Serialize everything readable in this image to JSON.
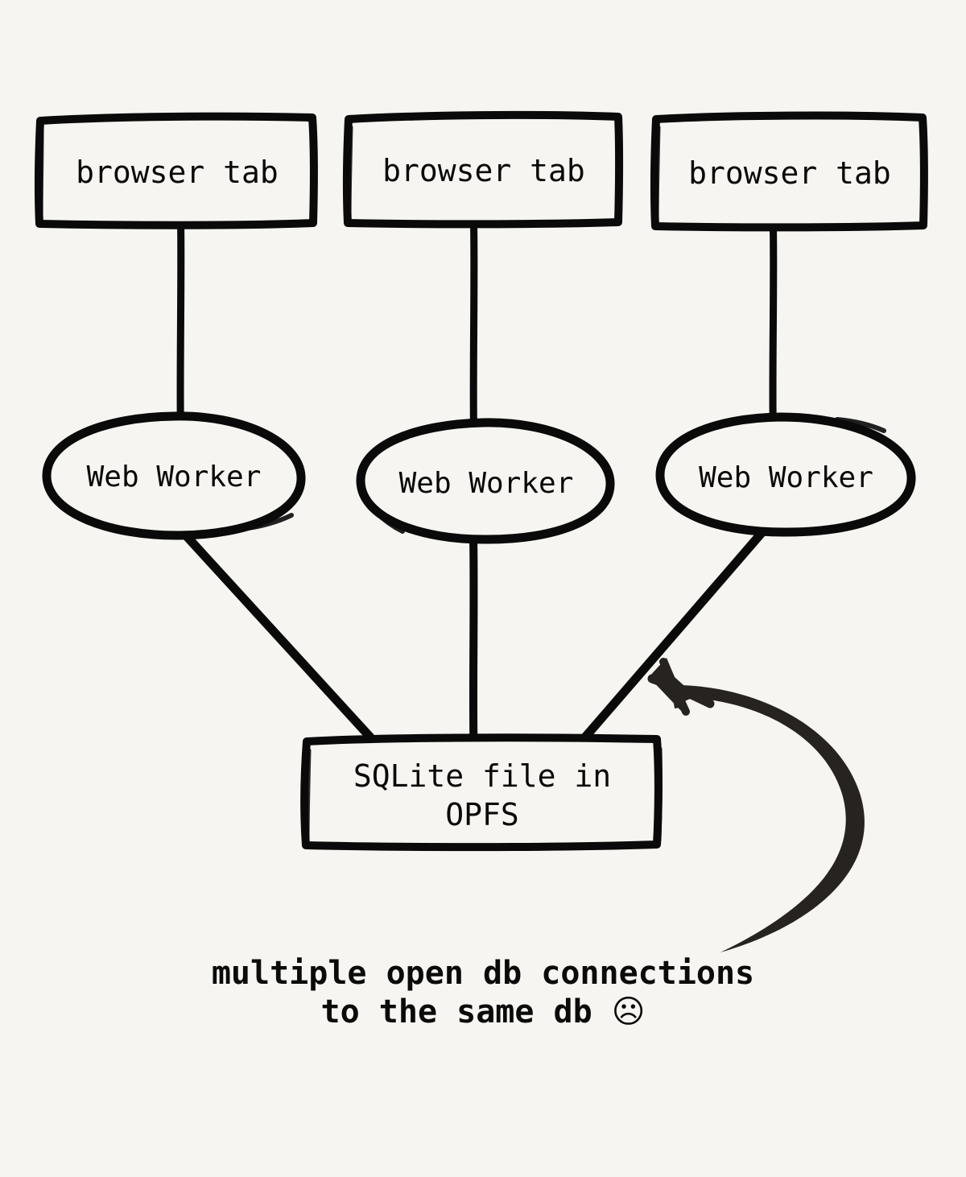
{
  "diagram": {
    "title": "multiple open db connections to the same db",
    "background_color": "#f7f5f1",
    "stroke_color": "#0a0a0a",
    "arrow_color": "#262321",
    "nodes": {
      "tabs": [
        {
          "label": "browser tab"
        },
        {
          "label": "browser tab"
        },
        {
          "label": "browser tab"
        }
      ],
      "workers": [
        {
          "label": "Web Worker"
        },
        {
          "label": "Web Worker"
        },
        {
          "label": "Web Worker"
        }
      ],
      "store": {
        "label_line1": "SQLite file in",
        "label_line2": "OPFS"
      }
    },
    "caption": {
      "line1": "multiple open db connections",
      "line2": "to the same db ",
      "emoji": "☹"
    },
    "edges": [
      {
        "from": "browser tab 1",
        "to": "Web Worker 1"
      },
      {
        "from": "browser tab 2",
        "to": "Web Worker 2"
      },
      {
        "from": "browser tab 3",
        "to": "Web Worker 3"
      },
      {
        "from": "Web Worker 1",
        "to": "SQLite file in OPFS"
      },
      {
        "from": "Web Worker 2",
        "to": "SQLite file in OPFS"
      },
      {
        "from": "Web Worker 3",
        "to": "SQLite file in OPFS"
      }
    ],
    "annotation_arrow": {
      "points_to": "Web Worker 3 to SQLite edge"
    }
  }
}
